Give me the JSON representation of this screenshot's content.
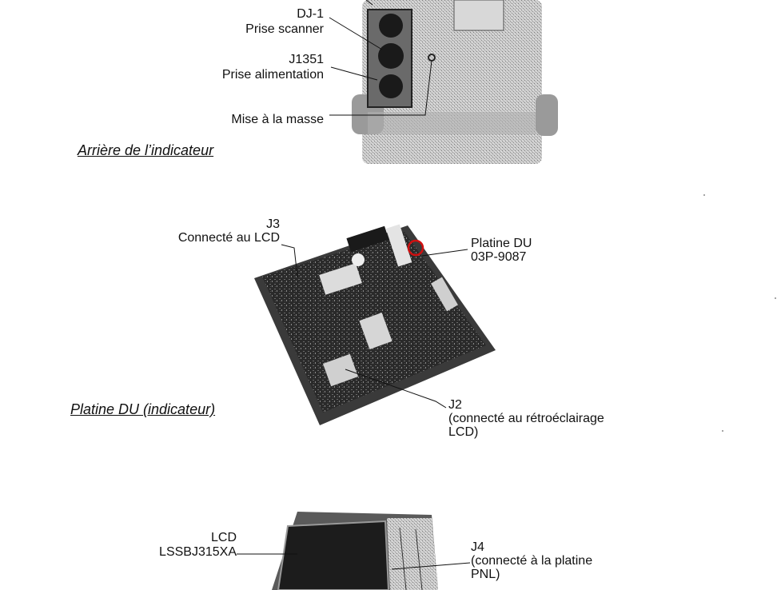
{
  "section1": {
    "labels": {
      "dj1_code": "DJ-1",
      "dj1_desc": "Prise scanner",
      "j1351_code": "J1351",
      "j1351_desc": "Prise alimentation",
      "ground": "Mise à la masse"
    },
    "caption": "Arrière de l’indicateur"
  },
  "section2": {
    "labels": {
      "j3_code": "J3",
      "j3_desc": "Connecté au LCD",
      "board_name": "Platine DU",
      "board_code": "03P-9087",
      "j2_code": "J2",
      "j2_desc_line1": "(connecté au rétroéclairage",
      "j2_desc_line2": "LCD)"
    },
    "caption": "Platine DU (indicateur)"
  },
  "section3": {
    "labels": {
      "lcd_name": "LCD",
      "lcd_code": "LSSBJ315XA",
      "j4_code": "J4",
      "j4_desc_line1": "(connecté à la platine",
      "j4_desc_line2": "PNL)"
    }
  }
}
